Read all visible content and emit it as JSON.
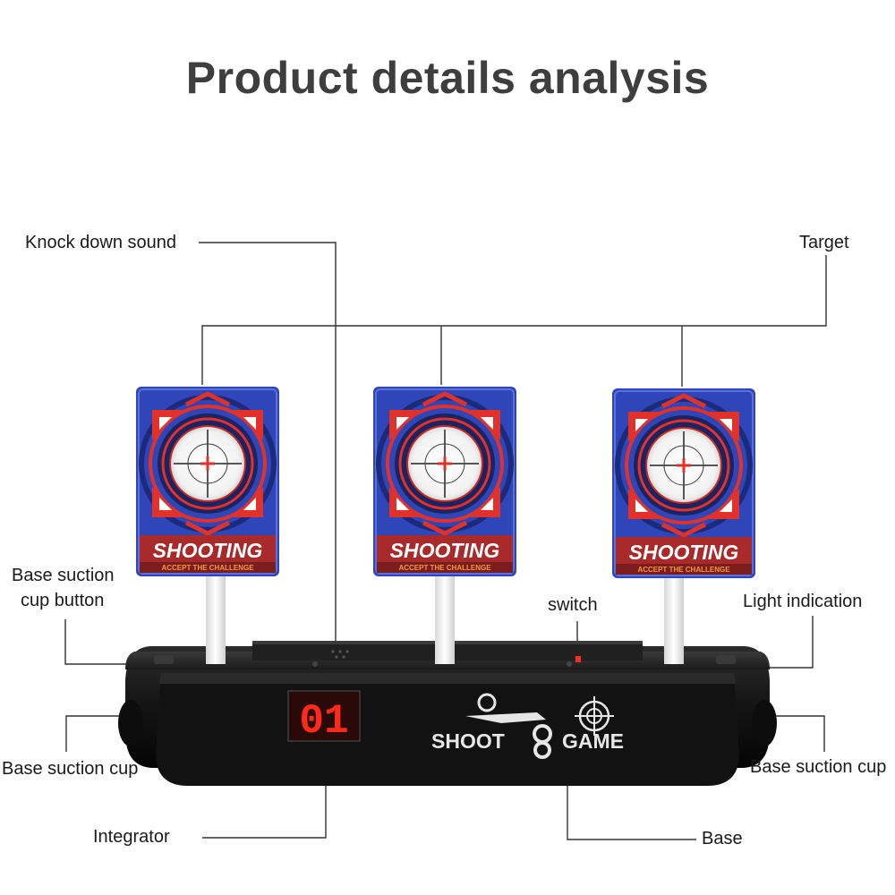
{
  "title": "Product details analysis",
  "callouts": {
    "knock_down_sound": "Knock down sound",
    "target": "Target",
    "base_suction_cup_button_line1": "Base suction",
    "base_suction_cup_button_line2": "cup button",
    "switch": "switch",
    "light_indication": "Light indication",
    "base_suction_cup_left": "Base suction cup",
    "base_suction_cup_right": "Base suction cup",
    "integrator": "Integrator",
    "base": "Base"
  },
  "targets": [
    {
      "label": "SHOOTING",
      "tagline": "ACCEPT THE CHALLENGE"
    },
    {
      "label": "SHOOTING",
      "tagline": "ACCEPT THE CHALLENGE"
    },
    {
      "label": "SHOOTING",
      "tagline": "ACCEPT THE CHALLENGE"
    }
  ],
  "display": {
    "score": "01"
  },
  "brand": {
    "left": "SHOOT",
    "right": "GAME"
  },
  "colors": {
    "target_blue": "#2f46b8",
    "target_red": "#e0312a",
    "banner_red": "#a82a2a",
    "display_red": "#ff2a1a",
    "base_black": "#151515"
  }
}
